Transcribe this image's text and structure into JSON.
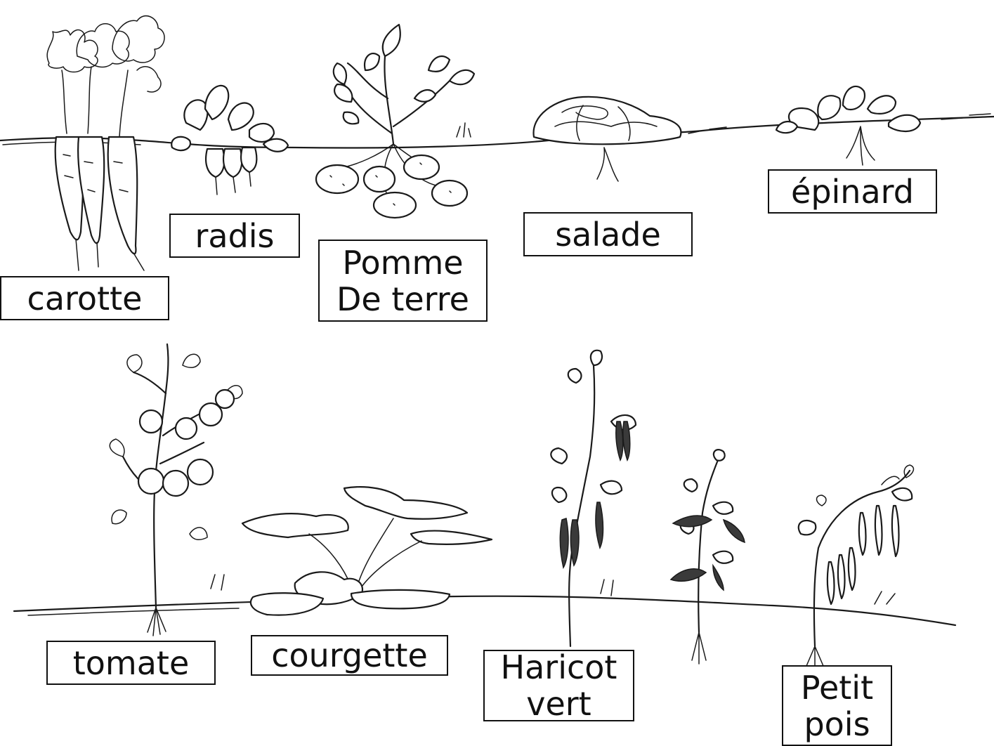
{
  "labels": {
    "carotte": "carotte",
    "radis": "radis",
    "pomme_de_terre": [
      "Pomme",
      "De terre"
    ],
    "salade": "salade",
    "epinard": "épinard",
    "tomate": "tomate",
    "courgette": "courgette",
    "haricot_vert": [
      "Haricot",
      "vert"
    ],
    "petit_pois": [
      "Petit",
      "pois"
    ]
  }
}
